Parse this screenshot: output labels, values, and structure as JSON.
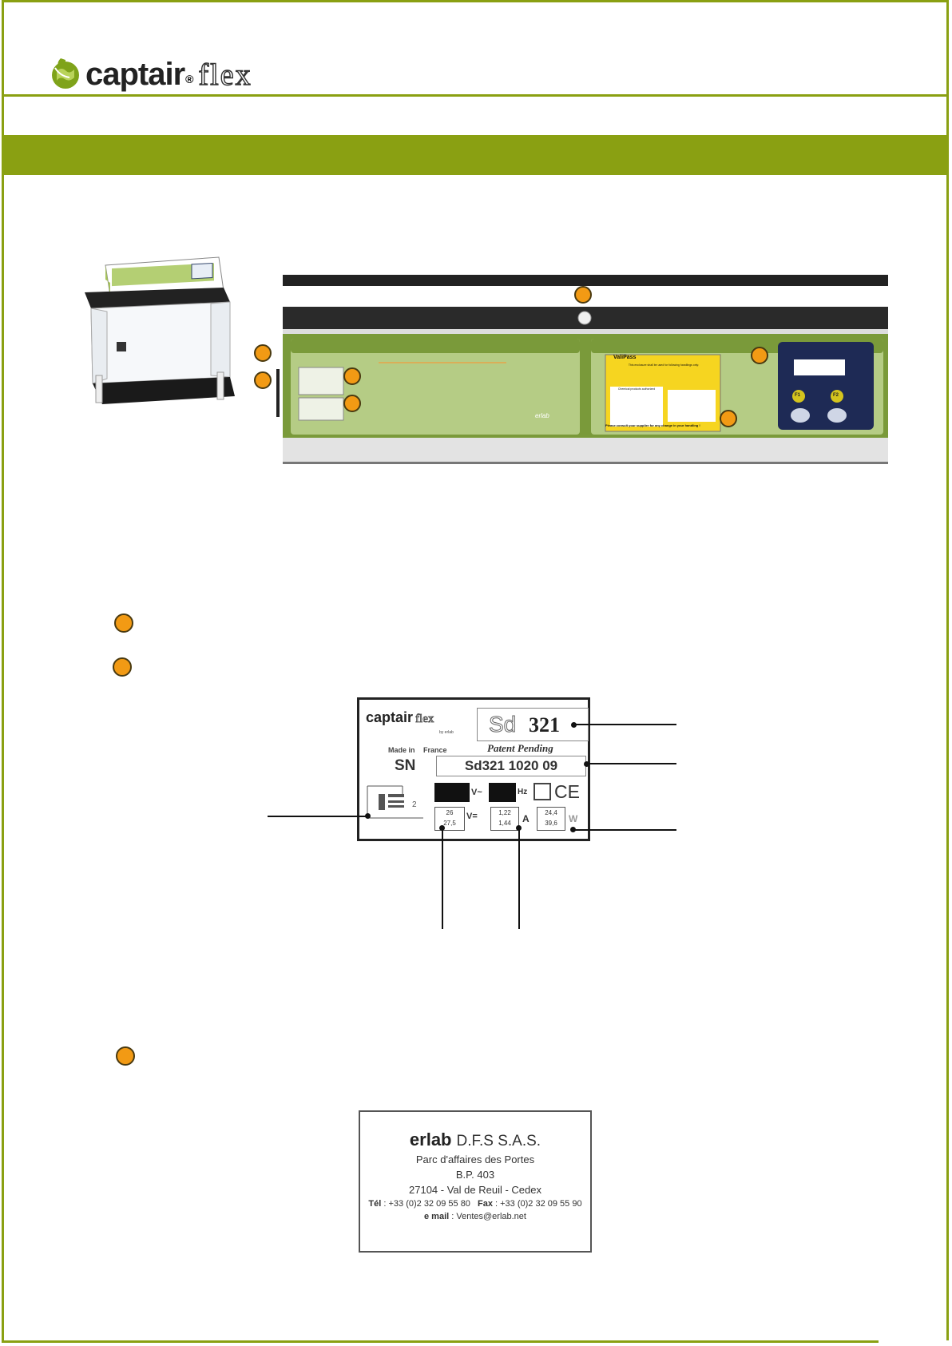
{
  "brand": {
    "name": "captair",
    "registered": "®",
    "product": "flex"
  },
  "colors": {
    "accent_green": "#8aa012",
    "badge_orange": "#f29a14",
    "panel_green": "#a8c46a",
    "panel_dark_green": "#7a9a3a"
  },
  "serial_label": {
    "brand_name": "captair",
    "brand_suffix": "flex",
    "brand_byline": "by erlab",
    "made_in": "Made in",
    "country": "France",
    "model_prefix": "Sd",
    "model_number": "321",
    "patent": "Patent Pending",
    "sn_label": "SN",
    "serial_number": "Sd321 1020 09",
    "volt_unit": "V~",
    "hz_unit": "Hz",
    "ce_mark": "CE",
    "dc_volt_unit": "V=",
    "volts": [
      "26",
      "27,5"
    ],
    "amps": [
      "1,22",
      "1,44"
    ],
    "amp_unit": "A",
    "watts": [
      "24,4",
      "39,6"
    ],
    "watt_unit": "W"
  },
  "manufacturer_label": {
    "logo": "erlab",
    "company": "D.F.S  S.A.S.",
    "line1": "Parc d'affaires des Portes",
    "line2": "B.P. 403",
    "line3": "27104 - Val de Reuil - Cedex",
    "tel_label": "Tél",
    "tel": " : +33 (0)2 32 09 55 80",
    "fax_label": "Fax",
    "fax": " : +33 (0)2 32 09 55 90",
    "email_label": "e mail",
    "email": " : Ventes@erlab.net"
  },
  "panel": {
    "valipass_title": "ValiPass",
    "valipass_line": "This enclosure shall be used for following handlings only:",
    "valipass_footer": "Please consult your supplier for any change in your handling !",
    "chemicals": "Chemical products authorized",
    "panel_brand": "erlab",
    "button_f1": "F1",
    "button_f2": "F2"
  }
}
